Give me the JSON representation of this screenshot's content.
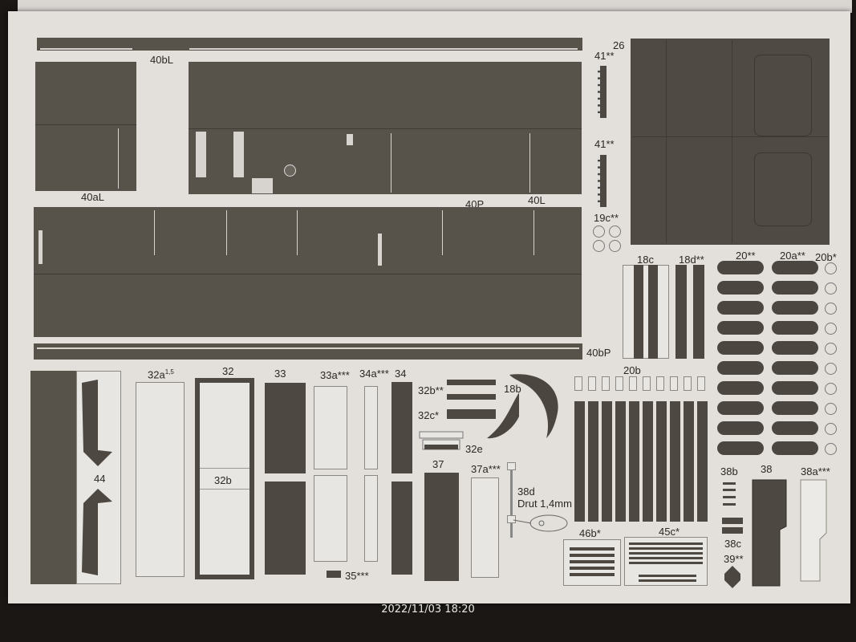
{
  "labels": {
    "p40bL": "40bL",
    "p40aL": "40aL",
    "p40P": "40P",
    "p40L": "40L",
    "p40bP": "40bP",
    "p41a": "41**",
    "p41b": "41**",
    "p26": "26",
    "p19c": "19c**",
    "p18c": "18c",
    "p18d": "18d**",
    "p20": "20**",
    "p20a": "20a**",
    "p20b_top": "20b*",
    "p20b": "20b",
    "p32a": "32a",
    "p32a_sup": "1,5",
    "p32": "32",
    "p33": "33",
    "p33a": "33a***",
    "p34a": "34a***",
    "p34": "34",
    "p32b_top": "32b**",
    "p32c": "32c*",
    "p18b": "18b",
    "p32e": "32e",
    "p37": "37",
    "p37a": "37a***",
    "p38d": "38d",
    "p38d_note": "Drut 1,4mm",
    "p32b": "32b",
    "p44": "44",
    "p35": "35***",
    "p46b": "46b*",
    "p45c": "45c*",
    "p38b": "38b",
    "p38": "38",
    "p38a": "38a***",
    "p38c": "38c",
    "p39": "39**"
  },
  "timestamp": "2022/11/03 18:20",
  "colors": {
    "part_dark": "#57524a",
    "paper": "#e3e0dc",
    "background": "#1a1715"
  }
}
